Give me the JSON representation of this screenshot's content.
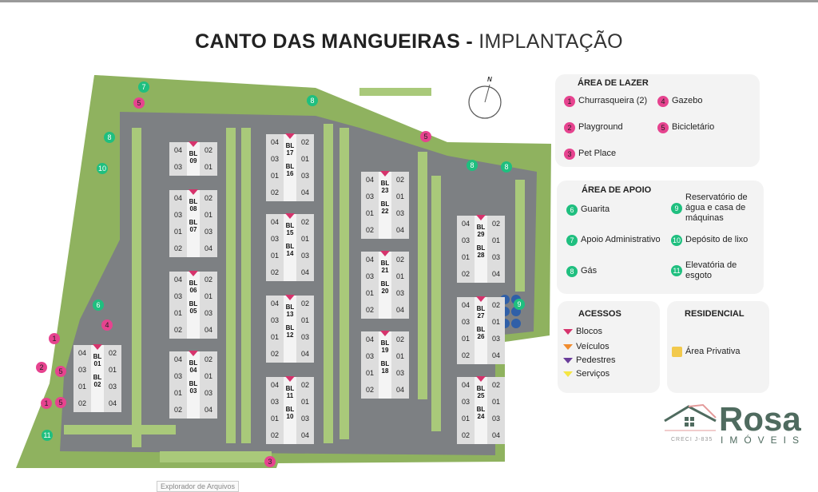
{
  "title": {
    "bold": "CANTO DAS MANGUEIRAS -",
    "light": "IMPLANTAÇÃO"
  },
  "compass": {
    "label": "N"
  },
  "legend": {
    "lazer": {
      "title": "ÁREA DE LAZER",
      "items": [
        {
          "num": "1",
          "label": "Churrasqueira (2)"
        },
        {
          "num": "4",
          "label": "Gazebo"
        },
        {
          "num": "2",
          "label": "Playground"
        },
        {
          "num": "5",
          "label": "Bicicletário"
        },
        {
          "num": "3",
          "label": "Pet Place"
        }
      ]
    },
    "apoio": {
      "title": "ÁREA DE APOIO",
      "items": [
        {
          "num": "6",
          "label": "Guarita"
        },
        {
          "num": "9",
          "label": "Reservatório de água e casa de máquinas"
        },
        {
          "num": "7",
          "label": "Apoio Administrativo"
        },
        {
          "num": "10",
          "label": "Depósito de lixo"
        },
        {
          "num": "8",
          "label": "Gás"
        },
        {
          "num": "11",
          "label": "Elevatória de esgoto"
        }
      ]
    },
    "acessos": {
      "title": "ACESSOS",
      "items": [
        {
          "label": "Blocos",
          "color": "#d6336c"
        },
        {
          "label": "Veículos",
          "color": "#f08c2e"
        },
        {
          "label": "Pedestres",
          "color": "#6a3d9a"
        },
        {
          "label": "Serviços",
          "color": "#f5e642"
        }
      ]
    },
    "residencial": {
      "title": "RESIDENCIAL",
      "items": [
        {
          "label": "Área Privativa",
          "color": "#f2c94c"
        }
      ]
    }
  },
  "logo": {
    "name": "Rosa",
    "sub": "IMÓVEIS",
    "creci": "CRECI J-835"
  },
  "tooltip": "Explorador de Arquivos",
  "blocks": {
    "prefix": "BL",
    "units_top": [
      "04",
      "02",
      "03",
      "01"
    ],
    "units_bottom": [
      "01",
      "03",
      "02",
      "04"
    ],
    "pairs": [
      [
        "01",
        "02"
      ],
      [
        "09",
        null
      ],
      [
        "08",
        "07"
      ],
      [
        "06",
        "05"
      ],
      [
        "04",
        "03"
      ],
      [
        "17",
        "16"
      ],
      [
        "15",
        "14"
      ],
      [
        "13",
        "12"
      ],
      [
        "11",
        "10"
      ],
      [
        "23",
        "22"
      ],
      [
        "21",
        "20"
      ],
      [
        "19",
        "18"
      ],
      [
        "29",
        "28"
      ],
      [
        "27",
        "26"
      ],
      [
        "25",
        "24"
      ]
    ]
  },
  "markers": [
    "5",
    "7",
    "8",
    "8",
    "10",
    "8",
    "5",
    "8",
    "5",
    "6",
    "9",
    "4",
    "1",
    "2",
    "5",
    "1",
    "3",
    "11"
  ]
}
